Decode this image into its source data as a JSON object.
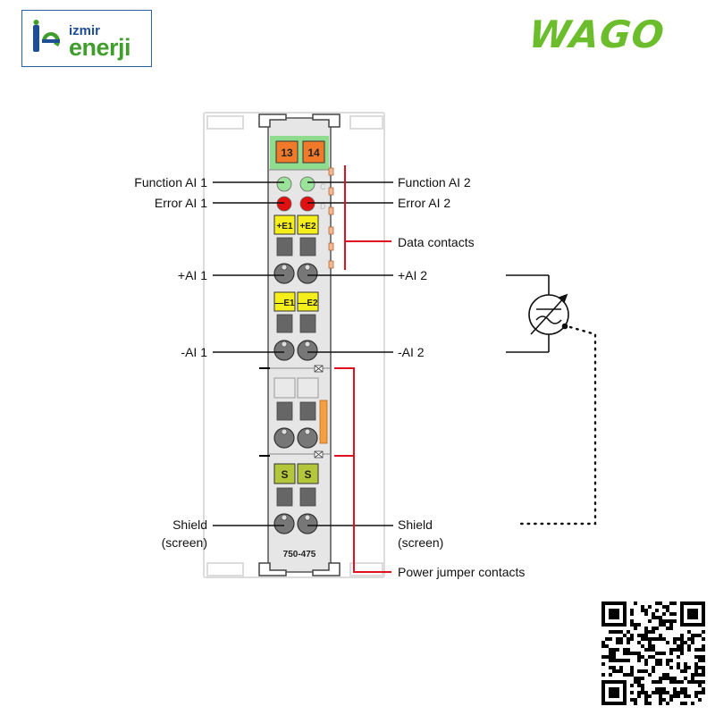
{
  "logo": {
    "small_text": "izmir",
    "big_text": "enerji",
    "mark_text": "ie"
  },
  "brand": {
    "name": "WAGO",
    "color": "#6cbd2b"
  },
  "module": {
    "model": "750-475",
    "terminals": [
      "13",
      "14"
    ],
    "led_labels": {
      "e1_plus": "+E1",
      "e2_plus": "+E2",
      "e1_minus": "—E1",
      "e2_minus": "—E2",
      "s1": "S",
      "s2": "S"
    }
  },
  "labels": {
    "function_ai1": "Function AI 1",
    "function_ai2": "Function AI 2",
    "error_ai1": "Error AI 1",
    "error_ai2": "Error AI 2",
    "data_contacts": "Data contacts",
    "plus_ai1": "+AI 1",
    "plus_ai2": "+AI 2",
    "minus_ai1": "-AI 1",
    "minus_ai2": "-AI 2",
    "shield_left": "Shield",
    "screen_left": "(screen)",
    "shield_right": "Shield",
    "screen_right": "(screen)",
    "power_jumper": "Power jumper contacts"
  },
  "colors": {
    "led_green": "#9be29b",
    "led_red": "#e11010",
    "accent_red": "#e01020",
    "orange": "#f07a2a",
    "yellow": "#f4ee1a",
    "olive": "#b4c63a"
  }
}
